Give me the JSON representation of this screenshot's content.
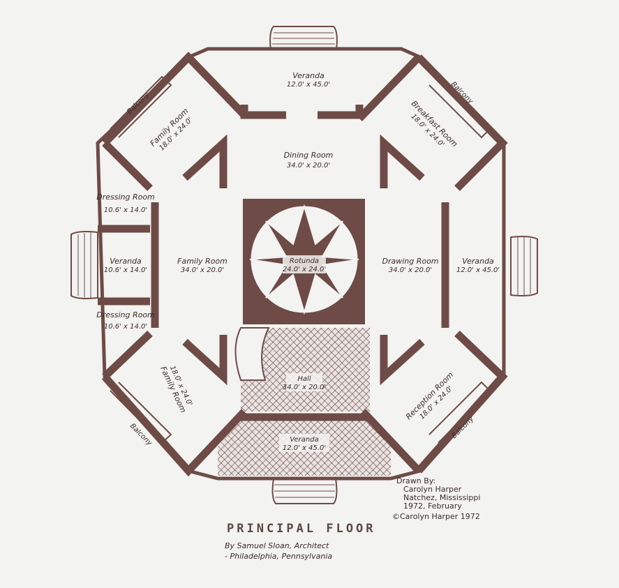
{
  "colors": {
    "wall": "#6e4b46",
    "paper": "#f3f3f1",
    "ink": "#3a2a28"
  },
  "rooms": {
    "veranda_north": {
      "name": "Veranda",
      "size": "12.0' x 45.0'"
    },
    "dining_room": {
      "name": "Dining Room",
      "size": "34.0' x 20.0'"
    },
    "family_room_nw": {
      "name": "Family Room",
      "size": "18.0' x 24.0'"
    },
    "balcony_nw": {
      "name": "Balcony"
    },
    "breakfast_room": {
      "name": "Breakfast Room",
      "size": "18.0' x 24.0'"
    },
    "balcony_ne": {
      "name": "Balcony"
    },
    "dressing_room_upper": {
      "name": "Dressing Room",
      "size": "10.6' x 14.0'"
    },
    "veranda_west": {
      "name": "Veranda",
      "size": "10.6' x 14.0'"
    },
    "dressing_room_lower": {
      "name": "Dressing Room",
      "size": "10.6' x 14.0'"
    },
    "family_room_west": {
      "name": "Family Room",
      "size": "34.0' x 20.0'"
    },
    "rotunda": {
      "name": "Rotunda",
      "size": "24.0' x 24.0'"
    },
    "drawing_room": {
      "name": "Drawing Room",
      "size": "34.0' x 20.0'"
    },
    "veranda_east": {
      "name": "Veranda",
      "size": "12.0' x 45.0'"
    },
    "family_room_sw": {
      "name": "Family Room",
      "size": "18.0' x 24.0'"
    },
    "balcony_sw": {
      "name": "Balcony"
    },
    "hall": {
      "name": "Hall",
      "size": "34.0' x 20.0'"
    },
    "reception_room": {
      "name": "Reception Room",
      "size": "18.0' x 24.0'"
    },
    "balcony_se": {
      "name": "Balcony"
    },
    "veranda_south": {
      "name": "Veranda",
      "size": "12.0' x 45.0'"
    }
  },
  "title": "PRINCIPAL FLOOR",
  "architect": {
    "line1": "By Samuel Sloan, Architect",
    "line2": "- Philadelphia, Pennsylvania"
  },
  "drawn_by": {
    "label": "Drawn By:",
    "name": "Carolyn Harper",
    "place": "Natchez, Mississippi",
    "date": "1972, February",
    "copyright": "©Carolyn Harper 1972"
  }
}
